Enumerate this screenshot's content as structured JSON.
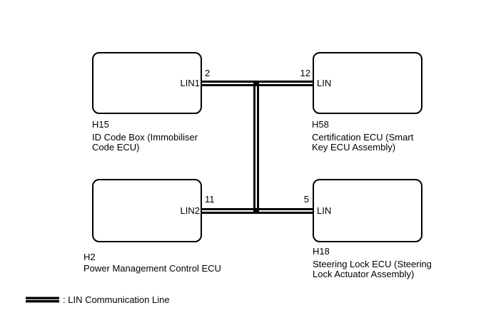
{
  "colors": {
    "background": "#ffffff",
    "line": "#000000",
    "text": "#000000"
  },
  "nodes": [
    {
      "position": "top-left",
      "connector_code": "H15",
      "device_name": "ID Code Box (Immobiliser Code ECU)",
      "port_label": "LIN1",
      "pin_number": "2"
    },
    {
      "position": "top-right",
      "connector_code": "H58",
      "device_name": "Certification ECU (Smart Key ECU Assembly)",
      "port_label": "LIN",
      "pin_number": "12"
    },
    {
      "position": "bottom-left",
      "connector_code": "H2",
      "device_name": "Power Management Control ECU",
      "port_label": "LIN2",
      "pin_number": "11"
    },
    {
      "position": "bottom-right",
      "connector_code": "H18",
      "device_name": "Steering Lock ECU (Steering Lock Actuator Assembly)",
      "port_label": "LIN",
      "pin_number": "5"
    }
  ],
  "legend": {
    "label": ": LIN Communication Line"
  }
}
